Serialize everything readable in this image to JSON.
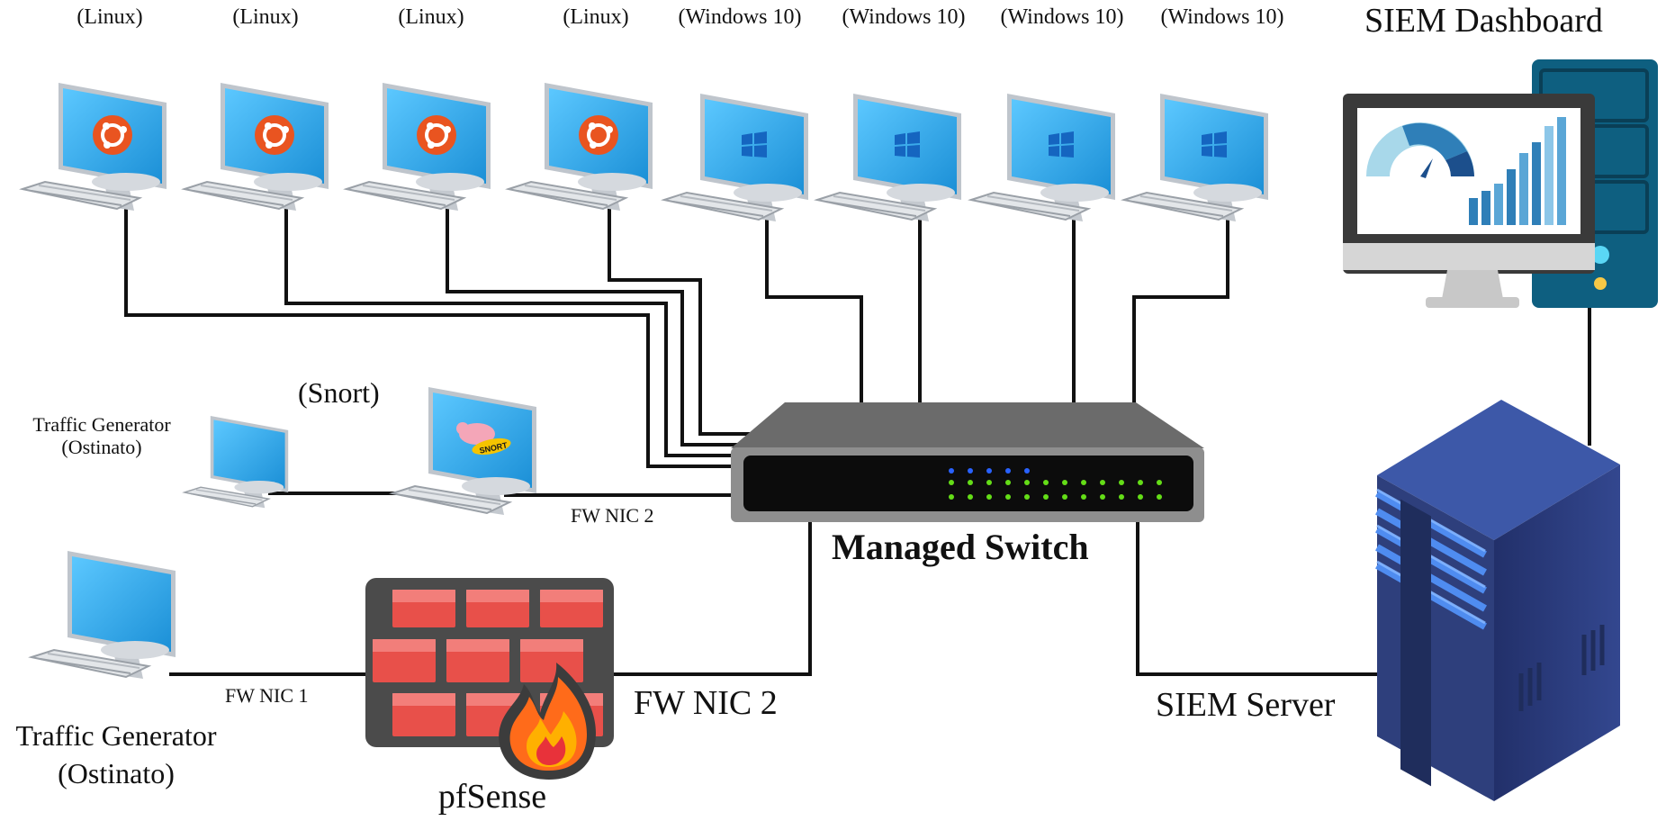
{
  "workstations": [
    {
      "os": "(Linux)",
      "logo": "ubuntu-logo-icon"
    },
    {
      "os": "(Linux)",
      "logo": "ubuntu-logo-icon"
    },
    {
      "os": "(Linux)",
      "logo": "ubuntu-logo-icon"
    },
    {
      "os": "(Linux)",
      "logo": "ubuntu-logo-icon"
    },
    {
      "os": "(Windows 10)",
      "logo": "windows-logo-icon"
    },
    {
      "os": "(Windows 10)",
      "logo": "windows-logo-icon"
    },
    {
      "os": "(Windows 10)",
      "logo": "windows-logo-icon"
    },
    {
      "os": "(Windows 10)",
      "logo": "windows-logo-icon"
    }
  ],
  "siem_dashboard": {
    "title": "SIEM Dashboard"
  },
  "snort": {
    "label": "(Snort)",
    "logo_text": "SNORT"
  },
  "traffic_gen_top": {
    "line1": "Traffic Generator",
    "line2": "(Ostinato)"
  },
  "traffic_gen_bottom": {
    "line1": "Traffic Generator",
    "line2": "(Ostinato)"
  },
  "switch": {
    "label": "Managed Switch"
  },
  "links": {
    "snort_fw_nic": "FW NIC 2",
    "bottom_fw_nic1": "FW NIC 1",
    "pfsense_fw_nic2": "FW NIC 2"
  },
  "firewall": {
    "label": "pfSense"
  },
  "siem_server": {
    "label": "SIEM Server"
  },
  "colors": {
    "screen": "#29a9ee",
    "ubuntu": "#e95420",
    "windows": "#1565c0",
    "switch_body": "#5b5b5b",
    "led_blue": "#2962ff",
    "led_green": "#64dd17",
    "brick": "#e8504a",
    "server": "#2e3f7c"
  }
}
